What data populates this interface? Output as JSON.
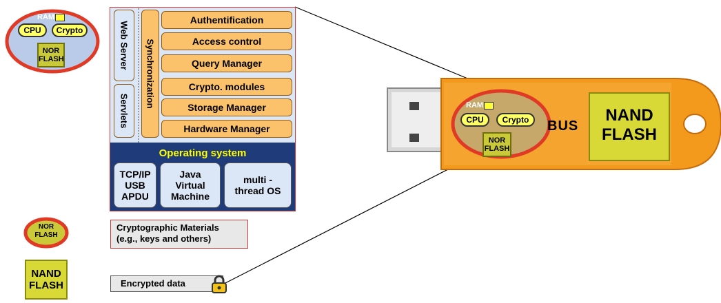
{
  "chip_labels": {
    "ram": "RAM",
    "cpu": "CPU",
    "crypto": "Crypto",
    "nor_line1": "NOR",
    "nor_line2": "FLASH"
  },
  "stack": {
    "modules": [
      "Authentification",
      "Access control",
      "Query Manager",
      "Crypto. modules",
      "Storage Manager",
      "Hardware Manager"
    ],
    "web_server": "Web Server",
    "servlets": "Servlets",
    "synchronization": "Synchronization",
    "os_title": "Operating system",
    "os_blocks": [
      {
        "l1": "TCP/IP",
        "l2": "USB",
        "l3": "APDU"
      },
      {
        "l1": "Java",
        "l2": "Virtual",
        "l3": "Machine"
      },
      {
        "l1": "multi -",
        "l2": "thread OS",
        "l3": ""
      }
    ]
  },
  "legend": {
    "crypto_line1": "Cryptographic Materials",
    "crypto_line2": "(e.g., keys and others)",
    "nand_line1": "NAND",
    "nand_line2": "FLASH",
    "encrypted": "Encrypted data"
  },
  "usb": {
    "bus": "BUS",
    "nand_line1": "NAND",
    "nand_line2": "FLASH"
  },
  "colors": {
    "red_ring": "#e03a26",
    "module_orange": "#fbc26b",
    "os_navy": "#1f3b7a",
    "os_title": "#ffff00",
    "usb_orange": "#f39a1c",
    "nand_yellow": "#d8d836"
  }
}
